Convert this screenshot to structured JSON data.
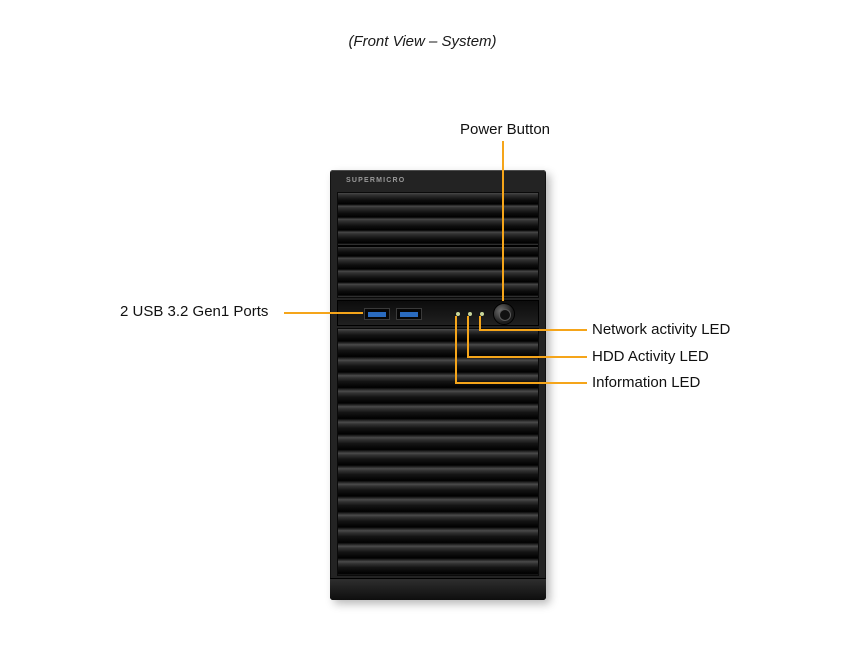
{
  "title": "(Front View – System)",
  "callouts": {
    "power_button": "Power Button",
    "usb_ports": "2 USB 3.2 Gen1 Ports",
    "network_led": "Network activity LED",
    "hdd_led": "HDD Activity LED",
    "info_led": "Information LED"
  },
  "chassis": {
    "brand": "SUPERMICRO"
  },
  "colors": {
    "callout_line": "#F5A51A",
    "usb_port": "#2A6BBF",
    "led_dot": "#C9D79B"
  }
}
